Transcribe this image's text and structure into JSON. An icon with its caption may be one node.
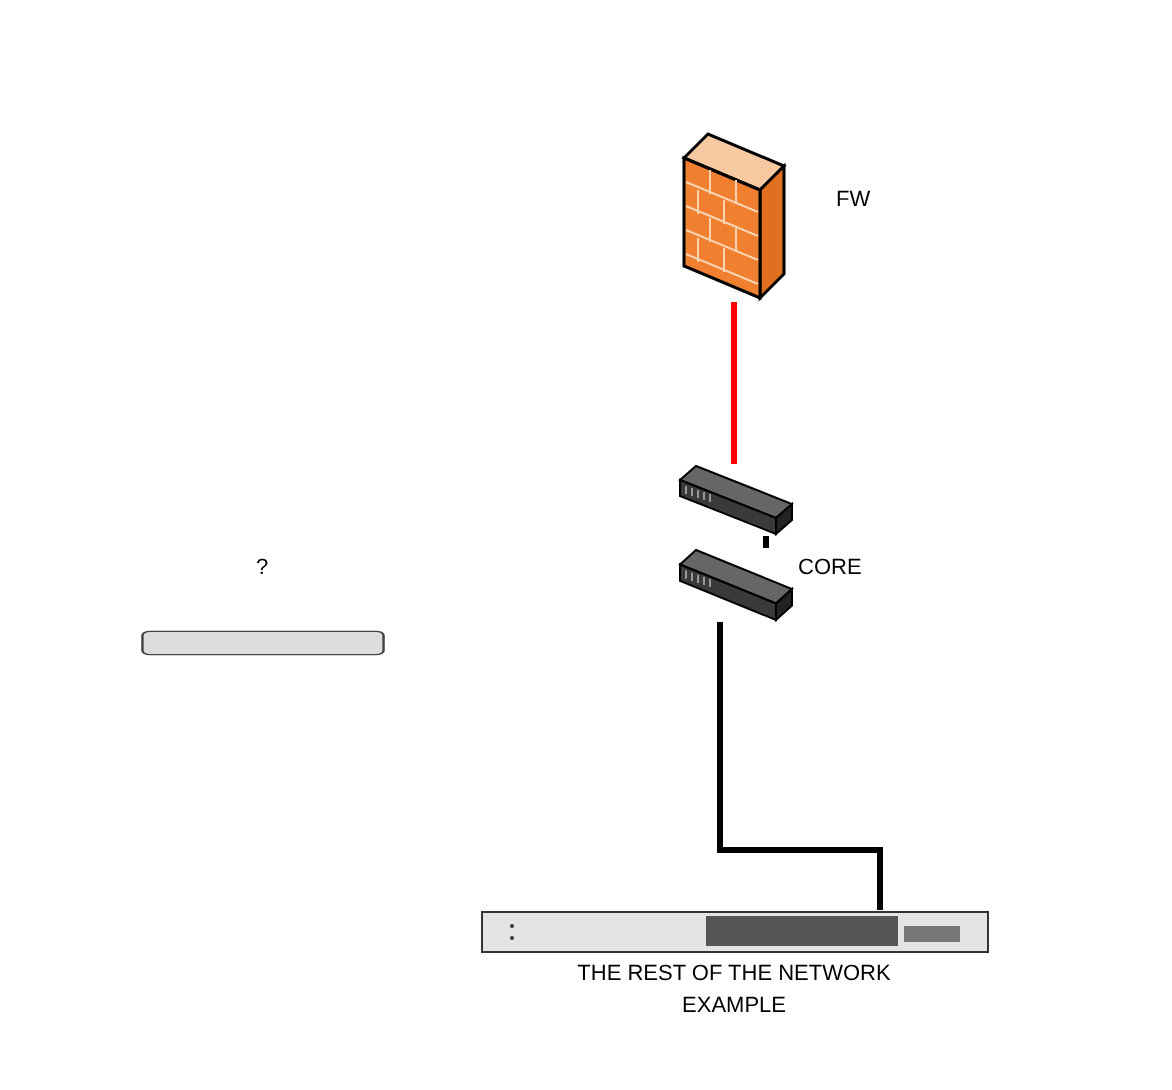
{
  "diagram": {
    "nodes": [
      {
        "text": [],
        "shape": "picture",
        "beside": [
          "FW"
        ]
      },
      {
        "text": [],
        "shape": "picture"
      },
      {
        "text": [],
        "shape": "picture"
      },
      {
        "text": [],
        "shape": "picture",
        "beside": [
          "THE REST OF THE NETWORK EXAMPLE"
        ]
      },
      {
        "text": [],
        "shape": "box",
        "beside": [
          "?"
        ]
      }
    ],
    "edges": [
      {
        "from": 0,
        "to": 1,
        "arrow": "none",
        "color": "#ff0000"
      },
      {
        "from": 1,
        "to": 2,
        "arrow": "none"
      },
      {
        "from": 2,
        "to": 3,
        "arrow": "none"
      }
    ],
    "labels": [
      "CORE"
    ]
  }
}
